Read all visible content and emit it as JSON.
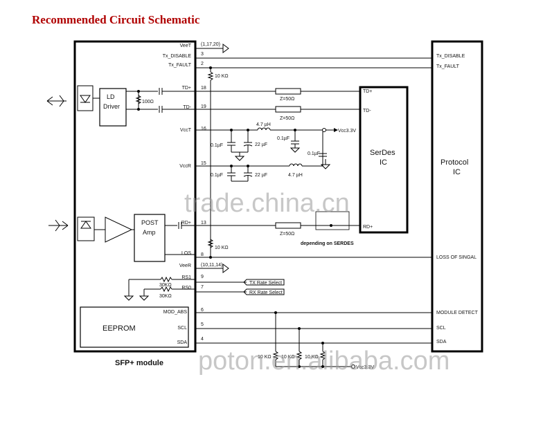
{
  "title": "Recommended Circuit Schematic",
  "module": {
    "caption": "SFP+ module",
    "ld_driver": [
      "LD",
      "Driver"
    ],
    "post_amp": [
      "POST",
      "Amp"
    ],
    "eeprom": "EEPROM",
    "pins": [
      {
        "label": "VeeT",
        "num": "(1,17,20)"
      },
      {
        "label": "Tx_DISABLE",
        "num": "3"
      },
      {
        "label": "Tx_FAULT",
        "num": "2"
      },
      {
        "label": "TD+",
        "num": "18"
      },
      {
        "label": "TD-",
        "num": "19"
      },
      {
        "label": "VccT",
        "num": "16"
      },
      {
        "label": "VccR",
        "num": "15"
      },
      {
        "label": "RD+",
        "num": "13"
      },
      {
        "label": "LOS",
        "num": "8"
      },
      {
        "label": "VeeR",
        "num": "(10,11,14)"
      },
      {
        "label": "RS1",
        "num": "9"
      },
      {
        "label": "RS0",
        "num": "7"
      },
      {
        "label": "MOD_ABS",
        "num": "6"
      },
      {
        "label": "SCL",
        "num": "5"
      },
      {
        "label": "SDA",
        "num": "4"
      }
    ]
  },
  "serdes": {
    "name": [
      "SerDes",
      "IC"
    ],
    "pins": [
      "TD+",
      "TD-",
      "RD+"
    ]
  },
  "protocol": {
    "name": [
      "Protocol",
      "IC"
    ],
    "pins": [
      "Tx_DISABLE",
      "Tx_FAULT",
      "LOSS OF SINGAL",
      "MODULE DETECT",
      "SCL",
      "SDA"
    ]
  },
  "components": {
    "r_100": "100Ω",
    "r_10k_fault": "10 KΩ",
    "r_10k_los": "10 KΩ",
    "z_td_plus": "Z=50Ω",
    "z_td_minus": "Z=50Ω",
    "z_rd_plus": "Z=50Ω",
    "inductor_t": "4.7 µH",
    "inductor_r": "4.7 µH",
    "cap_t1": "0.1µF",
    "cap_t2": "22 µF",
    "cap_t3": "0.1µF",
    "cap_t4": "0.1µF",
    "cap_r1": "0.1µF",
    "cap_r2": "22 µF",
    "vcc_rail": "Vcc3.3V",
    "vcc_bottom": "Vcc3.3V",
    "r_rs1": "30KΩ",
    "r_rs0": "30KΩ",
    "tx_rate_select": "TX Rate Select",
    "rx_rate_select": "RX Rate Select",
    "depending_note": "depending on SERDES",
    "pullups": [
      "10 KΩ",
      "10 KΩ",
      "10 KΩ"
    ]
  },
  "watermarks": [
    "trade.china.cn",
    "poton.en.alibaba.com"
  ]
}
